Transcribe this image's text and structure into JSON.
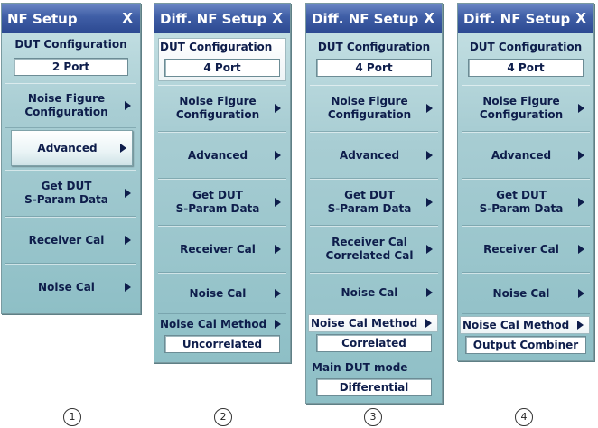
{
  "panels": [
    {
      "title": "NF Setup",
      "close": "X",
      "dut_label": "DUT Configuration",
      "dut_value": "2 Port",
      "buttons": [
        {
          "label": "Noise Figure\nConfiguration"
        },
        {
          "label": "Advanced",
          "selected": true
        },
        {
          "label": "Get DUT\nS-Param Data"
        },
        {
          "label": "Receiver Cal"
        },
        {
          "label": "Noise Cal"
        }
      ]
    },
    {
      "title": "Diff. NF Setup",
      "close": "X",
      "dut_label": "DUT Configuration",
      "dut_value": "4 Port",
      "buttons": [
        {
          "label": "Noise Figure\nConfiguration"
        },
        {
          "label": "Advanced"
        },
        {
          "label": "Get DUT\nS-Param Data"
        },
        {
          "label": "Receiver Cal"
        },
        {
          "label": "Noise Cal"
        }
      ],
      "noise_cal_method_label": "Noise Cal Method",
      "noise_cal_method_value": "Uncorrelated"
    },
    {
      "title": "Diff. NF Setup",
      "close": "X",
      "dut_label": "DUT Configuration",
      "dut_value": "4 Port",
      "buttons": [
        {
          "label": "Noise Figure\nConfiguration"
        },
        {
          "label": "Advanced"
        },
        {
          "label": "Get DUT\nS-Param Data"
        },
        {
          "label": "Receiver Cal\nCorrelated Cal"
        },
        {
          "label": "Noise Cal"
        }
      ],
      "noise_cal_method_label": "Noise Cal Method",
      "noise_cal_method_value": "Correlated",
      "main_dut_mode_label": "Main DUT mode",
      "main_dut_mode_value": "Differential"
    },
    {
      "title": "Diff. NF Setup",
      "close": "X",
      "dut_label": "DUT Configuration",
      "dut_value": "4 Port",
      "buttons": [
        {
          "label": "Noise Figure\nConfiguration"
        },
        {
          "label": "Advanced"
        },
        {
          "label": "Get DUT\nS-Param Data"
        },
        {
          "label": "Receiver Cal"
        },
        {
          "label": "Noise Cal"
        }
      ],
      "noise_cal_method_label": "Noise Cal Method",
      "noise_cal_method_value": "Output Combiner"
    }
  ],
  "captions": [
    "1",
    "2",
    "3",
    "4"
  ],
  "icons": {
    "arrow": "triangle-right-icon",
    "close": "close-icon"
  }
}
